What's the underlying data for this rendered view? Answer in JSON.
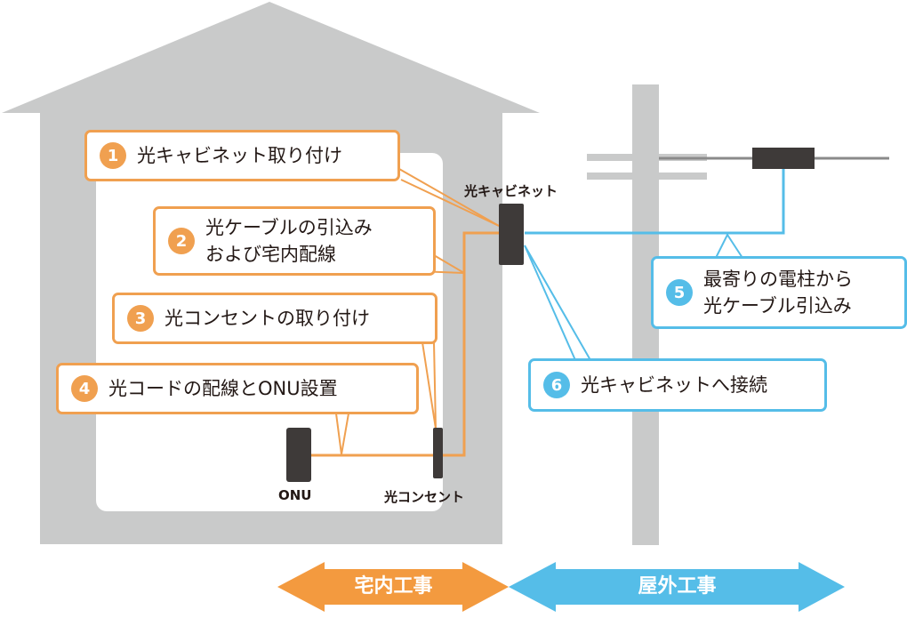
{
  "callouts": [
    {
      "num": "1",
      "lines": [
        "光キャビネット取り付け"
      ]
    },
    {
      "num": "2",
      "lines": [
        "光ケーブルの引込み",
        "および宅内配線"
      ]
    },
    {
      "num": "3",
      "lines": [
        "光コンセントの取り付け"
      ]
    },
    {
      "num": "4",
      "lines": [
        "光コードの配線とONU設置"
      ]
    },
    {
      "num": "5",
      "lines": [
        "最寄りの電柱から",
        "光ケーブル引込み"
      ]
    },
    {
      "num": "6",
      "lines": [
        "光キャビネットへ接続"
      ]
    }
  ],
  "labels": {
    "cabinet": "光キャビネット",
    "onu": "ONU",
    "outlet": "光コンセント"
  },
  "sections": {
    "indoor": "宅内工事",
    "outdoor": "屋外工事"
  },
  "colors": {
    "house": "#c9caca",
    "interior": "#ffffff",
    "pole": "#c9caca",
    "device": "#3e3a39",
    "indoor_accent": "#f0a050",
    "outdoor_accent": "#55bde8"
  }
}
